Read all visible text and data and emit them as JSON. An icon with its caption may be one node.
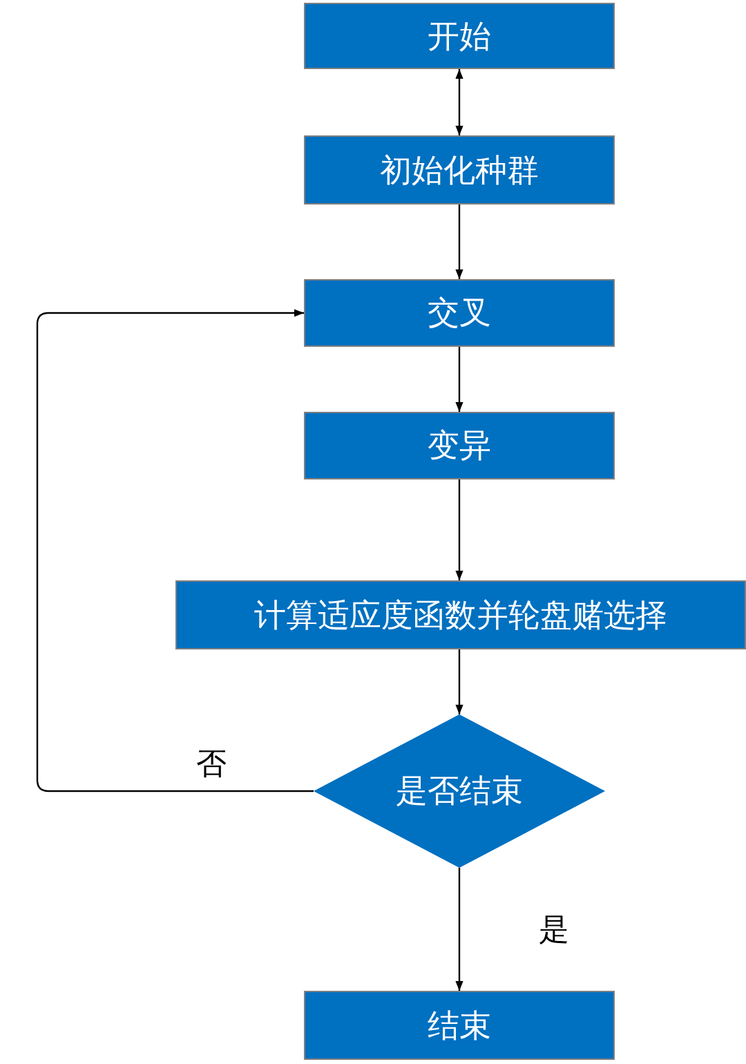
{
  "diagram": {
    "nodes": [
      {
        "text": [
          "开始"
        ]
      },
      {
        "text": [
          "初始化种群"
        ]
      },
      {
        "text": [
          "交叉"
        ]
      },
      {
        "text": [
          "变异"
        ]
      },
      {
        "text": [
          "计算适应度函数并轮盘赌选择"
        ]
      },
      {
        "text": [
          "是否结束"
        ]
      },
      {
        "text": [
          "结束"
        ]
      }
    ],
    "edges": [
      {
        "from": 0,
        "to": 1,
        "arrow": "both"
      },
      {
        "from": 1,
        "to": 2,
        "arrow": "to"
      },
      {
        "from": 2,
        "to": 3,
        "arrow": "to"
      },
      {
        "from": 3,
        "to": 4,
        "arrow": "to"
      },
      {
        "from": 4,
        "to": 5,
        "arrow": "to"
      },
      {
        "from": 5,
        "to": 2,
        "arrow": "to",
        "label": "否"
      },
      {
        "from": 5,
        "to": 6,
        "arrow": "to",
        "label": "是"
      }
    ]
  }
}
